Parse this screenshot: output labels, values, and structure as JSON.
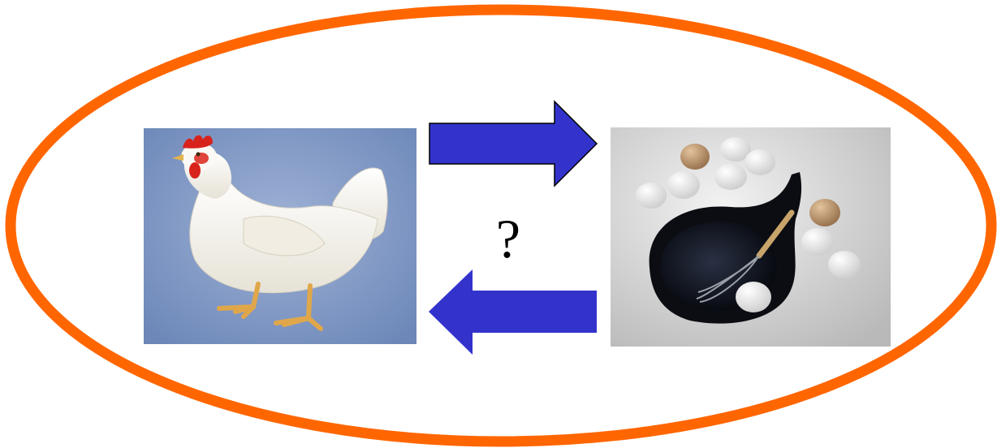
{
  "diagram": {
    "question_mark": "?",
    "ellipse_color": "#ff6600",
    "arrow_color": "#3333cc",
    "arrow_outline_color": "#000000",
    "nodes": [
      {
        "id": "chicken",
        "description_icon": "chicken-image",
        "background": "#7f98c4"
      },
      {
        "id": "eggs",
        "description_icon": "eggs-and-pan-image",
        "background": "#d6d6d6"
      }
    ],
    "edges": [
      {
        "from": "chicken",
        "to": "eggs",
        "direction": "right"
      },
      {
        "from": "eggs",
        "to": "chicken",
        "direction": "left"
      }
    ]
  }
}
